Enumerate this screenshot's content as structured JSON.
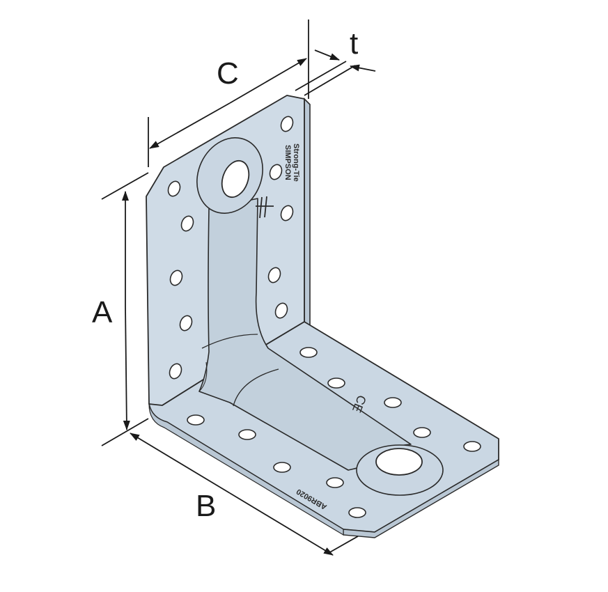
{
  "dimensions": {
    "a": "A",
    "b": "B",
    "c": "C",
    "t": "t"
  },
  "markings": {
    "brand_line1": "SIMPSON",
    "brand_line2": "Strong-Tie",
    "ce_mark": "CE",
    "model_code": "ABR9020"
  },
  "colors": {
    "plate": "#cfdbe6",
    "plate_shade": "#c4d1dd",
    "outline": "#2a2a2a",
    "hole": "#ffffff"
  }
}
